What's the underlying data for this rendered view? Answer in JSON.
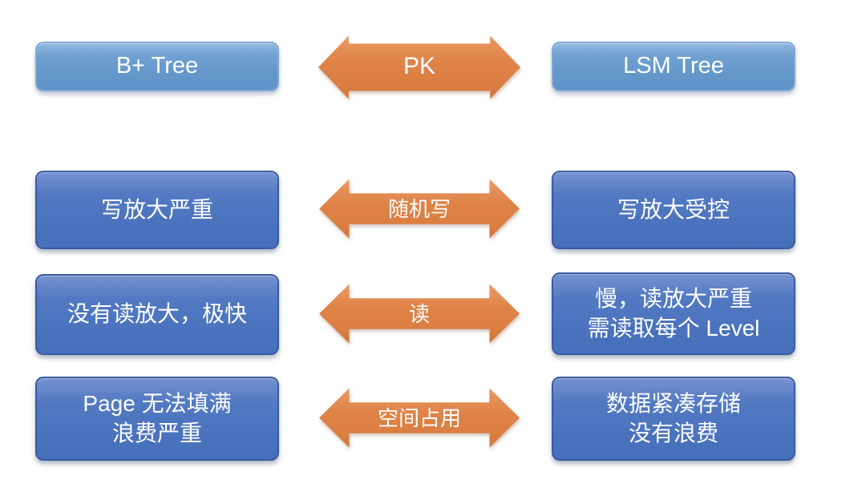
{
  "diagram": {
    "title_semantic": "B+ Tree vs LSM Tree comparison",
    "rows": [
      {
        "left": "B+ Tree",
        "center": "PK",
        "right": "LSM Tree"
      },
      {
        "left": "写放大严重",
        "center": "随机写",
        "right": "写放大受控"
      },
      {
        "left": "没有读放大，极快",
        "center": "读",
        "right": "慢，读放大严重\n需读取每个 Level"
      },
      {
        "left": "Page 无法填满\n浪费严重",
        "center": "空间占用",
        "right": "数据紧凑存储\n没有浪费"
      }
    ],
    "colors": {
      "header_box_blue": "#6598CB",
      "body_box_blue": "#4A72BC",
      "arrow_orange": "#DD8047",
      "text": "#FFFFFF",
      "background": "#FFFFFF"
    }
  }
}
